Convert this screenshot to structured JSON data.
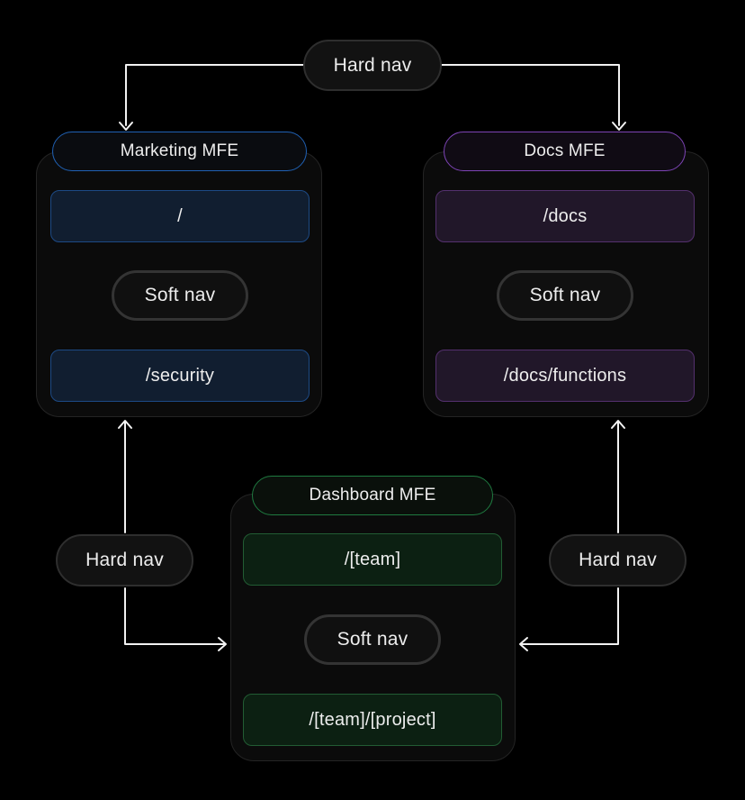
{
  "diagram": {
    "hard_nav_top": "Hard nav",
    "hard_nav_left": "Hard nav",
    "hard_nav_right": "Hard nav",
    "line_color": "#f2f2f2",
    "mfes": {
      "marketing": {
        "title": "Marketing MFE",
        "route_top": "/",
        "soft_nav": "Soft nav",
        "route_bottom": "/security",
        "accent": "#2061b4",
        "route_fill": "#111e30",
        "route_border": "#1d4a85"
      },
      "docs": {
        "title": "Docs MFE",
        "route_top": "/docs",
        "soft_nav": "Soft nav",
        "route_bottom": "/docs/functions",
        "accent": "#7d44b5",
        "route_fill": "#211729",
        "route_border": "#54306e"
      },
      "dashboard": {
        "title": "Dashboard MFE",
        "route_top": "/[team]",
        "soft_nav": "Soft nav",
        "route_bottom": "/[team]/[project]",
        "accent": "#1f7a40",
        "route_fill": "#0c2012",
        "route_border": "#225c33"
      }
    }
  }
}
